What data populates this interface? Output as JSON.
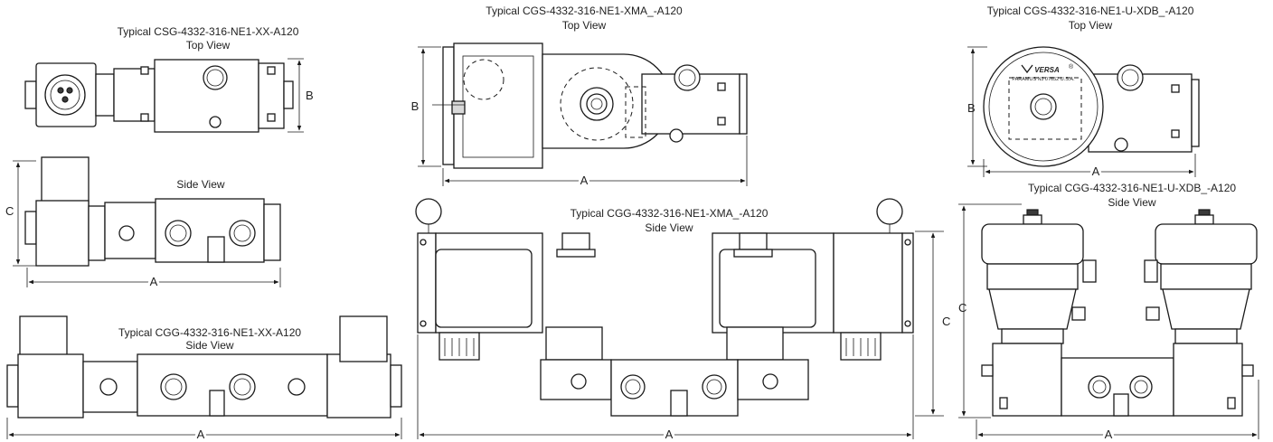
{
  "captions": {
    "top_left_title": "Typical CSG-4332-316-NE1-XX-A120",
    "top_left_sub": "Top View",
    "side_left_title": "Side View",
    "bottom_left_title": "Typical CGG-4332-316-NE1-XX-A120",
    "bottom_left_sub": "Side View",
    "top_mid_title": "Typical CGS-4332-316-NE1-XMA_-A120",
    "top_mid_sub": "Top View",
    "bottom_mid_title": "Typical CGG-4332-316-NE1-XMA_-A120",
    "bottom_mid_sub": "Side View",
    "top_right_title": "Typical CGS-4332-316-NE1-U-XDB_-A120",
    "top_right_sub": "Top View",
    "bottom_right_title": "Typical CGG-4332-316-NE1-U-XDB_-A120",
    "bottom_right_sub": "Side View"
  },
  "dimensions": {
    "a": "A",
    "b": "B",
    "c": "C"
  },
  "stamp": {
    "brand": "VERSA",
    "registered": "®",
    "location": "PARAMUS NJ 07652 U.S.A."
  }
}
